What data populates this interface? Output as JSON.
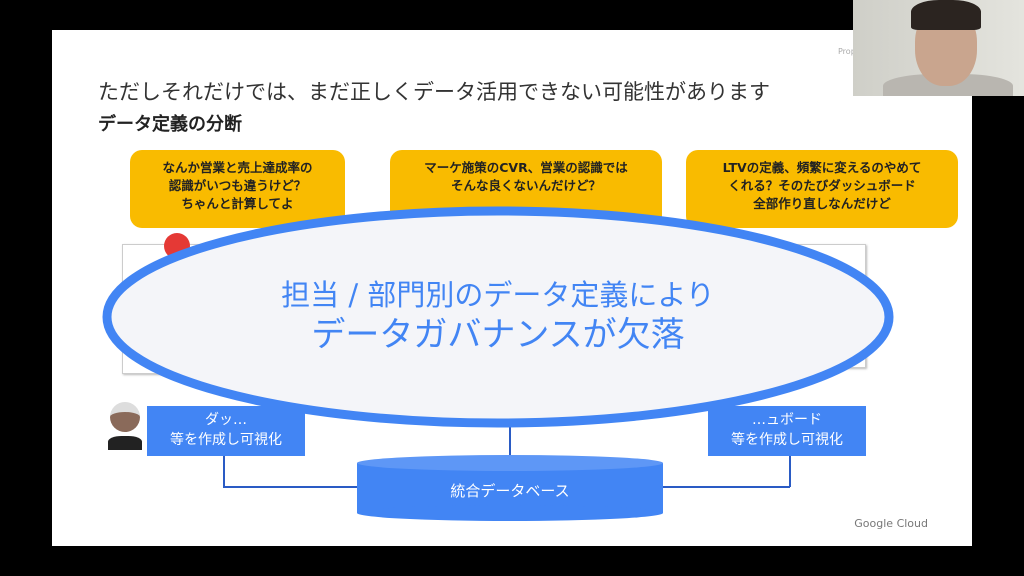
{
  "slide": {
    "title": "ただしそれだけでは、まだ正しくデータ活用できない可能性があります",
    "subtitle": "データ定義の分断",
    "proprietary": "Prop",
    "bubbles": [
      {
        "lines": [
          "なんか営業と売上達成率の",
          "認識がいつも違うけど？",
          "ちゃんと計算してよ"
        ]
      },
      {
        "lines": [
          "マーケ施策のCVR、営業の認識では",
          "そんな良くないんだけど？"
        ]
      },
      {
        "lines": [
          "LTVの定義、頻繁に変えるのやめて",
          "くれる？そのたびダッシュボード",
          "全部作り直しなんだけど"
        ]
      }
    ],
    "labels": [
      {
        "line1": "ダッ…",
        "line2": "等を作成し可視化"
      },
      {
        "line1": "…ュボード",
        "line2": "等を作成し可視化"
      }
    ],
    "database": "統合データベース",
    "overlay": {
      "line1": "担当 / 部門別のデータ定義により",
      "line2": "データガバナンスが欠落"
    },
    "brand": "Google Cloud"
  },
  "colors": {
    "accent": "#4285f4",
    "bubble": "#f9bb00"
  }
}
